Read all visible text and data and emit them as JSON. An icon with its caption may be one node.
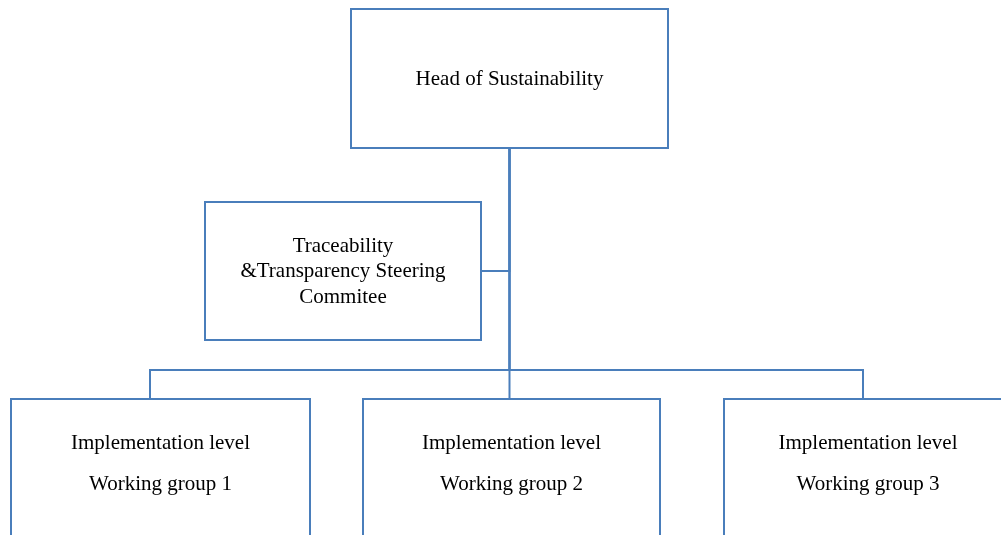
{
  "diagram": {
    "nodes": [
      {
        "text": [
          "Head of Sustainability"
        ]
      },
      {
        "text": [
          "Traceability &Transparency Steering Commitee"
        ]
      },
      {
        "text": [
          "Implementation level",
          "Working group 1"
        ]
      },
      {
        "text": [
          "Implementation level",
          "Working group 2"
        ]
      },
      {
        "text": [
          "Implementation level",
          "Working group 3"
        ]
      }
    ],
    "edges": [
      {
        "from": 0,
        "to": 1,
        "arrow": "none"
      },
      {
        "from": 0,
        "to": 2,
        "arrow": "none"
      },
      {
        "from": 0,
        "to": 3,
        "arrow": "none"
      },
      {
        "from": 0,
        "to": 4,
        "arrow": "none"
      }
    ]
  }
}
